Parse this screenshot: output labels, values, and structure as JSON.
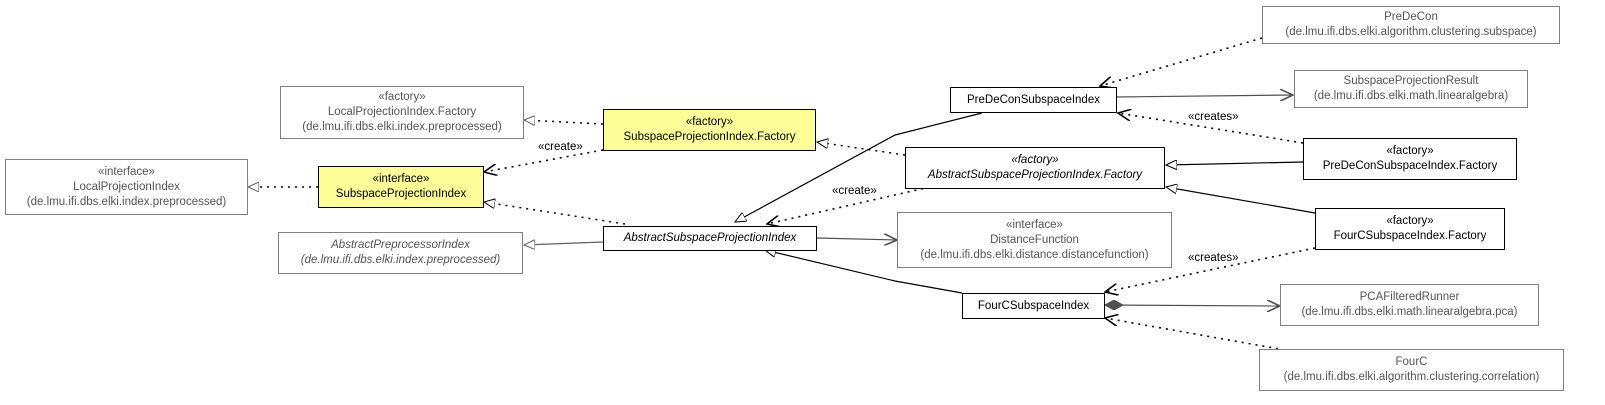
{
  "nodes": {
    "predecon": {
      "line1": "PreDeCon",
      "line2": "(de.lmu.ifi.dbs.elki.algorithm.clustering.subspace)"
    },
    "local_factory": {
      "stereotype": "«factory»",
      "line1": "LocalProjectionIndex.Factory",
      "line2": "(de.lmu.ifi.dbs.elki.index.preprocessed)"
    },
    "predecon_index": {
      "line1": "PreDeConSubspaceIndex"
    },
    "subspace_result": {
      "line1": "SubspaceProjectionResult",
      "line2": "(de.lmu.ifi.dbs.elki.math.linearalgebra)"
    },
    "spi_factory": {
      "stereotype": "«factory»",
      "line1": "SubspaceProjectionIndex.Factory"
    },
    "local_proj": {
      "stereotype": "«interface»",
      "line1": "LocalProjectionIndex",
      "line2": "(de.lmu.ifi.dbs.elki.index.preprocessed)"
    },
    "spi": {
      "stereotype": "«interface»",
      "line1": "SubspaceProjectionIndex"
    },
    "abs_spi_factory": {
      "stereotype": "«factory»",
      "line1": "AbstractSubspaceProjectionIndex.Factory"
    },
    "predecon_factory": {
      "stereotype": "«factory»",
      "line1": "PreDeConSubspaceIndex.Factory"
    },
    "abs_preproc": {
      "line1": "AbstractPreprocessorIndex",
      "line2": "(de.lmu.ifi.dbs.elki.index.preprocessed)"
    },
    "abs_spi": {
      "line1": "AbstractSubspaceProjectionIndex"
    },
    "distfunc": {
      "stereotype": "«interface»",
      "line1": "DistanceFunction",
      "line2": "(de.lmu.ifi.dbs.elki.distance.distancefunction)"
    },
    "fourc_factory": {
      "stereotype": "«factory»",
      "line1": "FourCSubspaceIndex.Factory"
    },
    "fourc_index": {
      "line1": "FourCSubspaceIndex"
    },
    "pca": {
      "line1": "PCAFilteredRunner",
      "line2": "(de.lmu.ifi.dbs.elki.math.linearalgebra.pca)"
    },
    "fourc": {
      "line1": "FourC",
      "line2": "(de.lmu.ifi.dbs.elki.algorithm.clustering.correlation)"
    }
  },
  "edge_labels": {
    "create_top": "«create»",
    "create_mid": "«create»",
    "creates_top": "«creates»",
    "creates_bottom": "«creates»"
  },
  "colors": {
    "highlight": "#ffff99",
    "line": "#000000",
    "external_border": "#808080",
    "external_text": "#555555"
  }
}
